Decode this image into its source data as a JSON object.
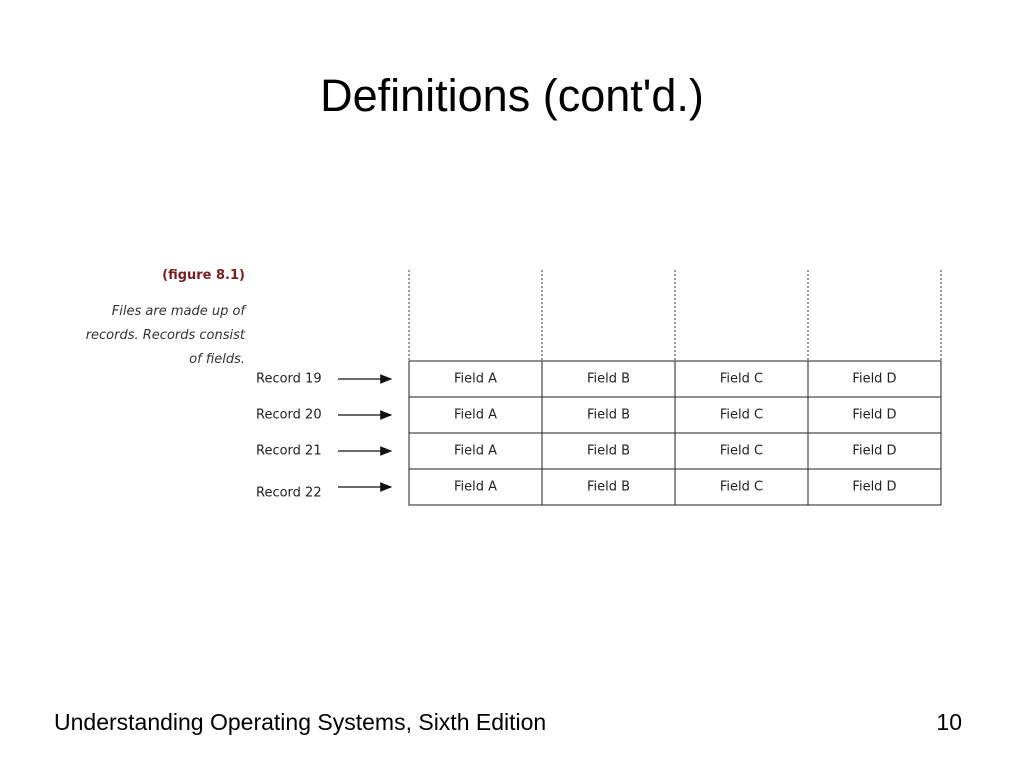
{
  "slide": {
    "title": "Definitions (cont'd.)"
  },
  "figure": {
    "label": "(figure 8.1)",
    "caption_lines": [
      "Files are made up of",
      "records. Records consist",
      "of fields."
    ]
  },
  "records": [
    {
      "label": "Record 19",
      "fields": [
        "Field A",
        "Field B",
        "Field C",
        "Field D"
      ]
    },
    {
      "label": "Record 20",
      "fields": [
        "Field A",
        "Field B",
        "Field C",
        "Field D"
      ]
    },
    {
      "label": "Record 21",
      "fields": [
        "Field A",
        "Field B",
        "Field C",
        "Field D"
      ]
    },
    {
      "label": "Record 22",
      "fields": [
        "Field A",
        "Field B",
        "Field C",
        "Field D"
      ]
    }
  ],
  "footer": {
    "text": "Understanding Operating Systems, Sixth Edition",
    "page_number": "10"
  }
}
